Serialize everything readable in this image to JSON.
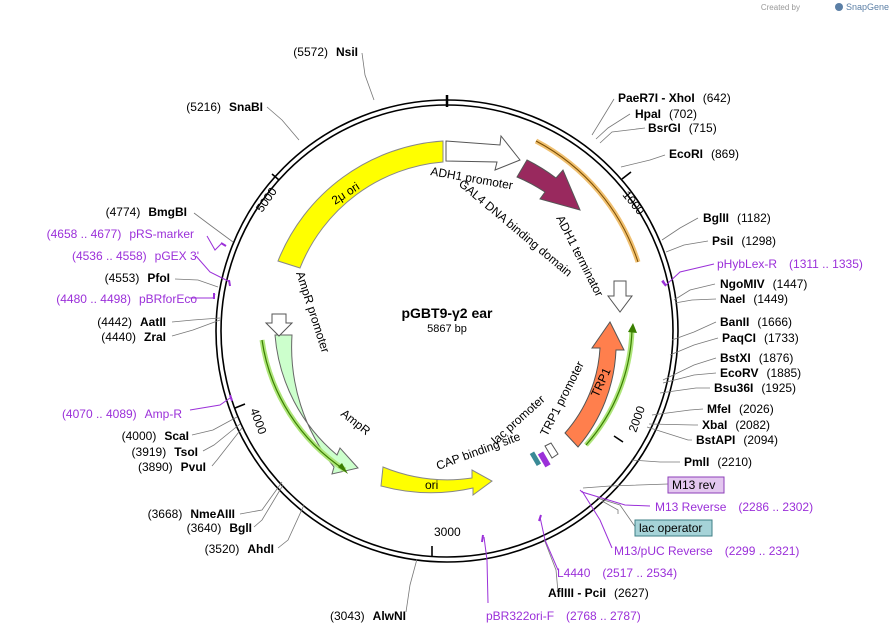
{
  "credit": {
    "prefix": "Created by",
    "brand": "SnapGene"
  },
  "plasmid": {
    "name": "pGBT9-γ2 ear",
    "length": "5867 bp"
  },
  "ticks": [
    "1000",
    "2000",
    "3000",
    "4000",
    "5000"
  ],
  "features": [
    {
      "name": "ADH1 promoter"
    },
    {
      "name": "GAL4 DNA binding domain"
    },
    {
      "name": "ADH1 terminator"
    },
    {
      "name": "TRP1"
    },
    {
      "name": "TRP1 promoter"
    },
    {
      "name": "lac promoter"
    },
    {
      "name": "CAP binding site"
    },
    {
      "name": "ori"
    },
    {
      "name": "AmpR"
    },
    {
      "name": "AmpR promoter"
    },
    {
      "name": "2μ ori"
    }
  ],
  "sites_right": [
    {
      "name": "PaeR7I",
      "suffix": " - XhoI",
      "pos": "(642)"
    },
    {
      "name": "HpaI",
      "suffix": "",
      "pos": "(702)"
    },
    {
      "name": "BsrGI",
      "suffix": "",
      "pos": "(715)"
    },
    {
      "name": "EcoRI",
      "suffix": "",
      "pos": "(869)"
    },
    {
      "name": "BglII",
      "suffix": "",
      "pos": "(1182)"
    },
    {
      "name": "PsiI",
      "suffix": "",
      "pos": "(1298)"
    },
    {
      "name": "NgoMIV",
      "suffix": "",
      "pos": "(1447)"
    },
    {
      "name": "NaeI",
      "suffix": "",
      "pos": "(1449)"
    },
    {
      "name": "BanII",
      "suffix": "",
      "pos": "(1666)"
    },
    {
      "name": "PaqCI",
      "suffix": "",
      "pos": "(1733)"
    },
    {
      "name": "BstXI",
      "suffix": "",
      "pos": "(1876)"
    },
    {
      "name": "EcoRV",
      "suffix": "",
      "pos": "(1885)"
    },
    {
      "name": "Bsu36I",
      "suffix": "",
      "pos": "(1925)"
    },
    {
      "name": "MfeI",
      "suffix": "",
      "pos": "(2026)"
    },
    {
      "name": "XbaI",
      "suffix": "",
      "pos": "(2082)"
    },
    {
      "name": "BstAPI",
      "suffix": "",
      "pos": "(2094)"
    },
    {
      "name": "PmlI",
      "suffix": "",
      "pos": "(2210)"
    },
    {
      "name": "AflIII",
      "suffix": " - PciI",
      "pos": "(2627)"
    }
  ],
  "sites_left": [
    {
      "name": "NsiI",
      "pos": "(5572)"
    },
    {
      "name": "SnaBI",
      "pos": "(5216)"
    },
    {
      "name": "BmgBI",
      "pos": "(4774)"
    },
    {
      "name": "PfoI",
      "pos": "(4553)"
    },
    {
      "name": "AatII",
      "pos": "(4442)"
    },
    {
      "name": "ZraI",
      "pos": "(4440)"
    },
    {
      "name": "ScaI",
      "pos": "(4000)"
    },
    {
      "name": "TsoI",
      "pos": "(3919)"
    },
    {
      "name": "PvuI",
      "pos": "(3890)"
    },
    {
      "name": "NmeAIII",
      "pos": "(3668)"
    },
    {
      "name": "BglI",
      "pos": "(3640)"
    },
    {
      "name": "AhdI",
      "pos": "(3520)"
    },
    {
      "name": "AlwNI",
      "pos": "(3043)"
    }
  ],
  "primers": [
    {
      "name": "pHybLex-R",
      "range": "(1311 .. 1335)"
    },
    {
      "name": "M13 Reverse",
      "range": "(2286 .. 2302)"
    },
    {
      "name": "M13/pUC Reverse",
      "range": "(2299 .. 2321)"
    },
    {
      "name": "L4440",
      "range": "(2517 .. 2534)"
    },
    {
      "name": "pBR322ori-F",
      "range": "(2768 .. 2787)"
    },
    {
      "name": "pRS-marker",
      "range": "(4658 .. 4677)"
    },
    {
      "name": "pGEX 3'",
      "range": "(4536 .. 4558)"
    },
    {
      "name": "pBRforEco",
      "range": "(4480 .. 4498)"
    },
    {
      "name": "Amp-R",
      "range": "(4070 .. 4089)"
    }
  ],
  "boxed": [
    {
      "name": "M13 rev",
      "fill": "#e3c7ef",
      "stroke": "#8e3fb8"
    },
    {
      "name": "lac operator",
      "fill": "#a6d3d8",
      "stroke": "#3f7f86"
    }
  ],
  "colors": {
    "yellow": "#ffff00",
    "maroon": "#99295e",
    "orange": "#ff7f4d",
    "lightgreen": "#ccffcc",
    "darkgreen": "#3a7f00",
    "primer": "#9b30d9",
    "tan": "#f0c070"
  }
}
